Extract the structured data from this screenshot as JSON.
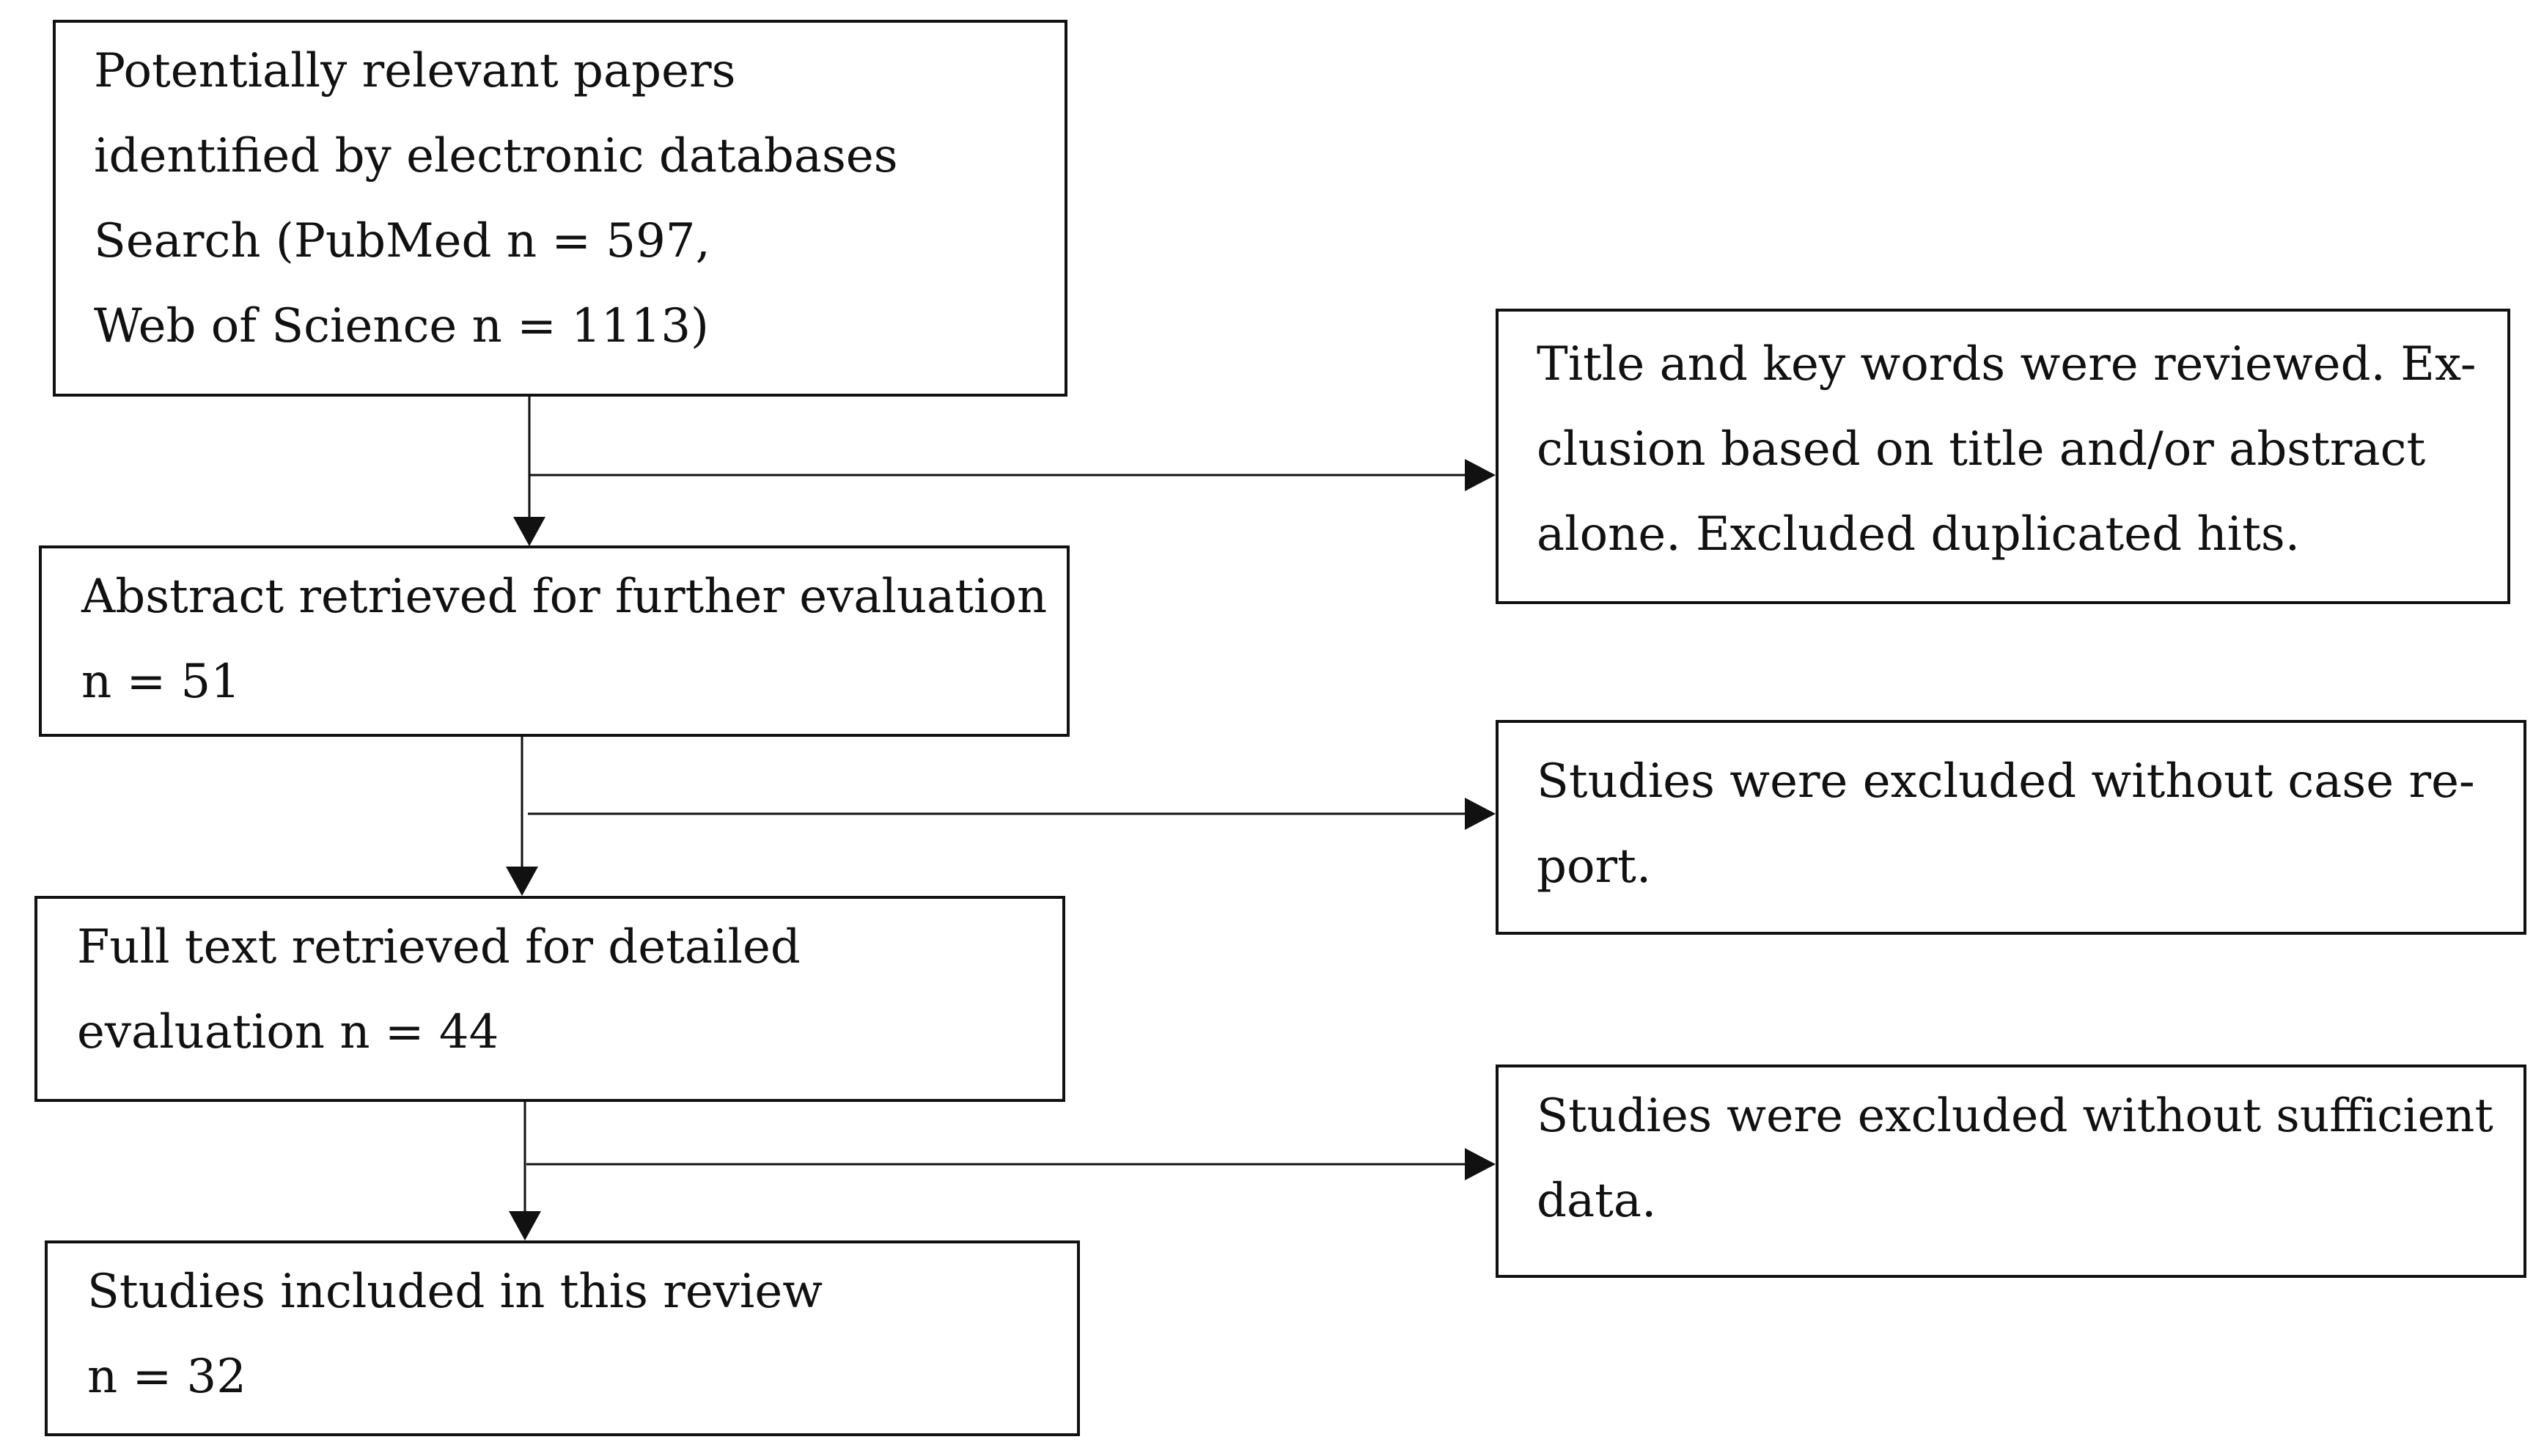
{
  "flowchart": {
    "main_boxes": [
      {
        "id": "identified",
        "lines": [
          "Potentially relevant papers",
          "identified by electronic databases",
          "Search (PubMed n = 597,",
          "Web of Science n = 1113)"
        ]
      },
      {
        "id": "abstract",
        "lines": [
          "Abstract retrieved for further evaluation",
          "n = 51"
        ]
      },
      {
        "id": "fulltext",
        "lines": [
          "Full text retrieved for detailed",
          "evaluation n = 44"
        ]
      },
      {
        "id": "included",
        "lines": [
          "Studies included in this review",
          "n = 32"
        ]
      }
    ],
    "exclusion_boxes": [
      {
        "id": "exclusion-title",
        "lines": [
          "Title and key words were reviewed. Ex-",
          "clusion based on title and/or abstract",
          "alone. Excluded duplicated hits."
        ]
      },
      {
        "id": "exclusion-case-report",
        "lines": [
          "Studies were excluded without case re-",
          "port."
        ]
      },
      {
        "id": "exclusion-data",
        "lines": [
          "Studies were excluded without sufficient",
          "data."
        ]
      }
    ]
  }
}
